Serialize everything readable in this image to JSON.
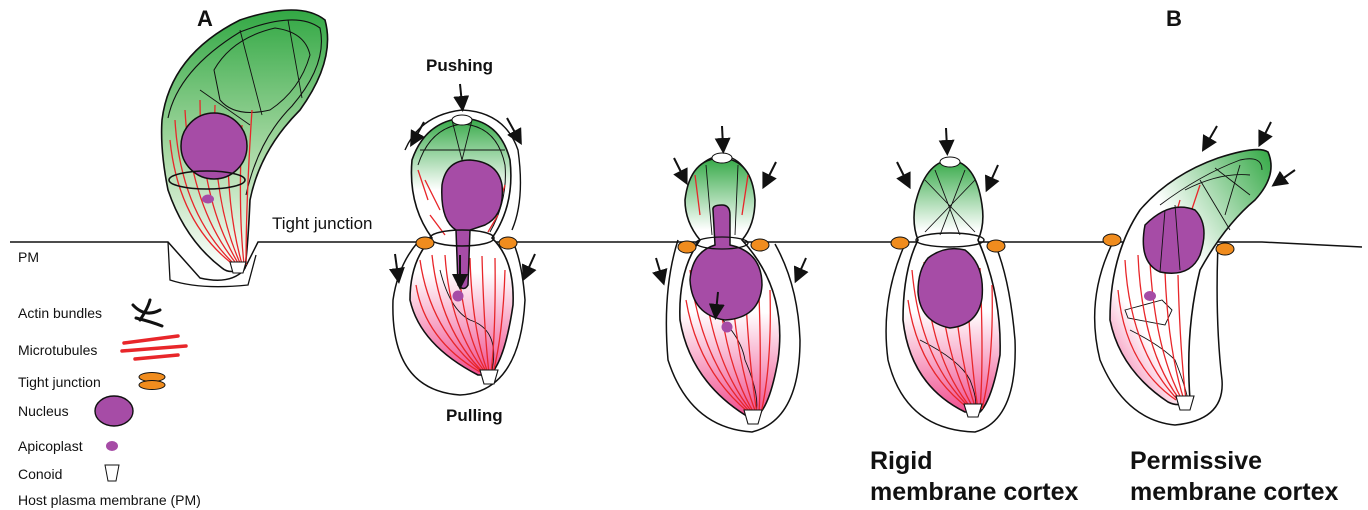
{
  "panel_labels": {
    "a": "A",
    "b": "B"
  },
  "annotations": {
    "pushing": "Pushing",
    "pulling": "Pulling",
    "tight_junction": "Tight junction",
    "pm": "PM"
  },
  "captions": {
    "rigid_line1": "Rigid",
    "rigid_line2": "membrane cortex",
    "permissive_line1": "Permissive",
    "permissive_line2": "membrane cortex"
  },
  "legend": [
    {
      "label": "Actin bundles",
      "icon": "actin-bundles-icon"
    },
    {
      "label": "Microtubules",
      "icon": "microtubules-icon"
    },
    {
      "label": "Tight junction",
      "icon": "tight-junction-icon"
    },
    {
      "label": "Nucleus",
      "icon": "nucleus-icon"
    },
    {
      "label": "Apicoplast",
      "icon": "apicoplast-icon"
    },
    {
      "label": "Conoid",
      "icon": "conoid-icon"
    },
    {
      "label": "Host plasma membrane (PM)",
      "icon": ""
    }
  ],
  "colors": {
    "apical_green": "#3aaa48",
    "basal_pink": "#f04f8f",
    "nucleus": "#a64ca6",
    "microtubule": "#e8262a",
    "tight_junction": "#f08c1e",
    "membrane": "#111111"
  }
}
